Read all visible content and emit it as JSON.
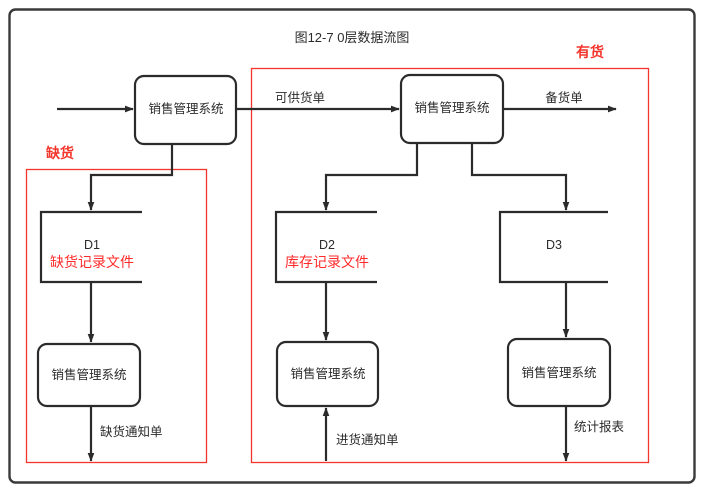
{
  "diagram": {
    "title": "图12-7 0层数据流图",
    "frame_color": "#3a3a3a",
    "accent_color": "#f4352c",
    "line_color": "#2b2b2b",
    "groups": [
      {
        "id": "out-of-stock",
        "label": "缺货",
        "color": "#f4352c"
      },
      {
        "id": "in-stock",
        "label": "有货",
        "color": "#f4352c"
      }
    ],
    "processes": [
      {
        "id": "p-top-left",
        "label": "销售管理系统"
      },
      {
        "id": "p-top-right",
        "label": "销售管理系统"
      },
      {
        "id": "p-bottom-left",
        "label": "销售管理系统"
      },
      {
        "id": "p-bottom-mid",
        "label": "销售管理系统"
      },
      {
        "id": "p-bottom-right",
        "label": "销售管理系统"
      }
    ],
    "datastores": [
      {
        "id": "D1",
        "code": "D1",
        "name": "缺货记录文件"
      },
      {
        "id": "D2",
        "code": "D2",
        "name": "库存记录文件"
      },
      {
        "id": "D3",
        "code": "D3",
        "name": ""
      }
    ],
    "flows": [
      {
        "id": "flow-supply-order",
        "label": "可供货单"
      },
      {
        "id": "flow-prepare-order",
        "label": "备货单"
      },
      {
        "id": "flow-shortage-notice",
        "label": "缺货通知单"
      },
      {
        "id": "flow-purchase-notice",
        "label": "进货通知单"
      },
      {
        "id": "flow-statistics-report",
        "label": "统计报表"
      }
    ]
  }
}
